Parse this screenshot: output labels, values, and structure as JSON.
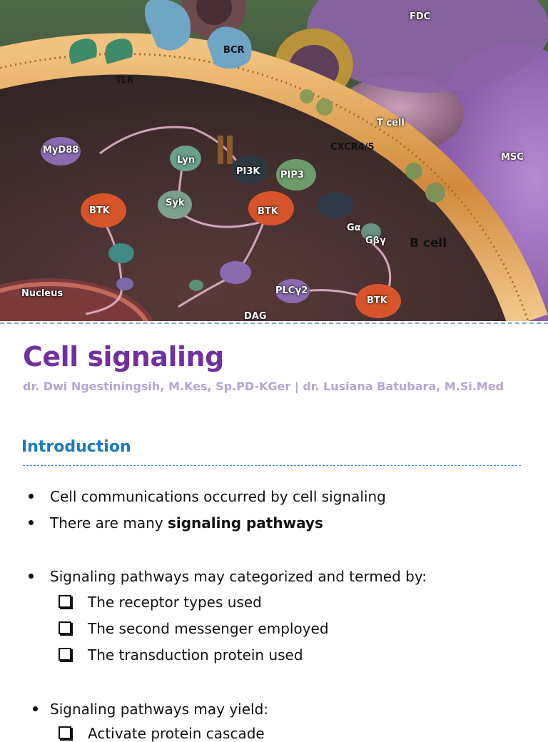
{
  "hero": {
    "labels": {
      "fdc": "FDC",
      "bcr": "BCR",
      "tlr": "TLR",
      "tcell": "T cell",
      "myd88": "MyD88",
      "lyn": "Lyn",
      "pi3k": "PI3K",
      "pip3": "PIP3",
      "cxcr": "CXCR4/5",
      "msc": "MSC",
      "syk": "Syk",
      "btk1": "BTK",
      "btk2": "BTK",
      "btk3": "BTK",
      "galpha": "Gα",
      "gbeta": "Gβγ",
      "bcell": "B cell",
      "nucleus": "Nucleus",
      "plc": "PLCγ2",
      "dag": "DAG"
    }
  },
  "title": "Cell signaling",
  "authors": "dr. Dwi Ngestiningsih, M.Kes, Sp.PD-KGer | dr. Lusiana Batubara, M.Si.Med",
  "section": {
    "heading": "Introduction"
  },
  "bullets": {
    "b1": "Cell communications occurred by cell signaling",
    "b2_prefix": "There are many ",
    "b2_bold": "signaling pathways",
    "b3": "Signaling pathways may categorized and termed by:",
    "sub1": "The receptor types used",
    "sub2": "The second messenger employed",
    "sub3": "The transduction protein used",
    "b4": "Signaling pathways may yield:",
    "sub4": "Activate protein cascade"
  }
}
